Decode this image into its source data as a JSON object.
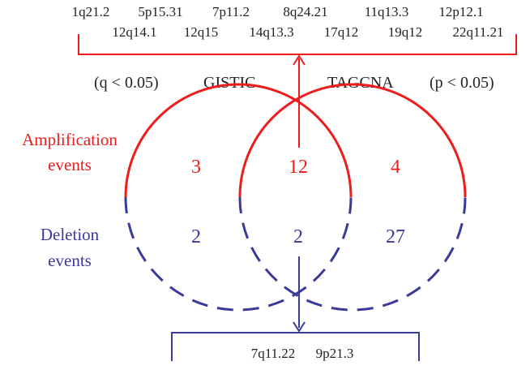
{
  "top_regions": {
    "row1": [
      "1q21.2",
      "5p15.31",
      "7p11.2",
      "8q24.21",
      "11q13.3",
      "12p12.1"
    ],
    "row2": [
      "12q14.1",
      "12q15",
      "14q13.3",
      "17q12",
      "19q12",
      "22q11.21"
    ]
  },
  "left_set": {
    "label": "GISTIC",
    "criterion": "(q < 0.05)"
  },
  "right_set": {
    "label": "TAGCNA",
    "criterion": "(p < 0.05)"
  },
  "row_labels": {
    "amplification": [
      "Amplification",
      "events"
    ],
    "deletion": [
      "Deletion",
      "events"
    ]
  },
  "counts": {
    "amplification": {
      "left_only": "3",
      "shared": "12",
      "right_only": "4"
    },
    "deletion": {
      "left_only": "2",
      "shared": "2",
      "right_only": "27"
    }
  },
  "bottom_regions": [
    "7q11.22",
    "9p21.3"
  ],
  "colors": {
    "amplification": "#ee1c1c",
    "deletion": "#3a3a9a",
    "text": "#222222"
  }
}
